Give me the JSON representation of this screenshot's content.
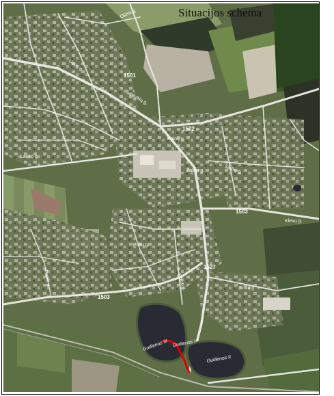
{
  "map": {
    "title": "Situacijos schema",
    "road_numbers": [
      "1501",
      "1502",
      "1503",
      "1527",
      "1503"
    ],
    "street_names": [
      "Ošmiug",
      "Santuikių g.",
      "Kalnų g.",
      "Žalioji g.",
      "Lauko g.",
      "Šalčių g.",
      "Klevų g.",
      "Pušų g.",
      "Ežero g.",
      "Sodų g.",
      "Parko g.",
      "Liepų g."
    ],
    "lake_labels": [
      "Gudienos I",
      "Gudienos II",
      "Gudienos III"
    ],
    "colors": {
      "route": "#e00000",
      "roads": "#e6e6df",
      "lake": "#2a2a34"
    }
  }
}
